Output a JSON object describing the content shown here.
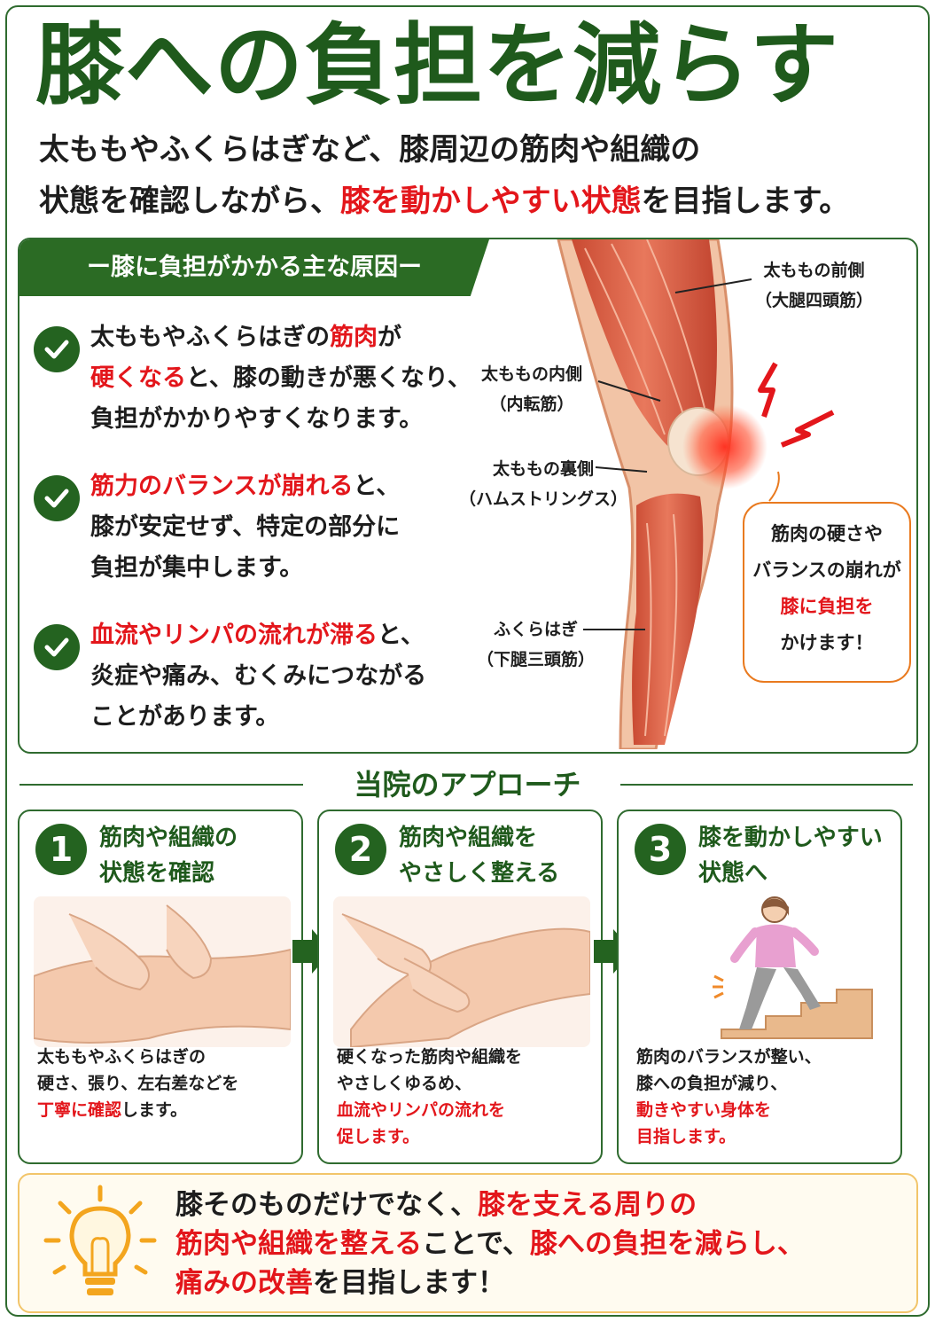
{
  "title": "膝への負担を減らす",
  "lead": {
    "line1": "太ももやふくらはぎなど、膝周辺の筋肉や組織の",
    "line2_a": "状態を確認しながら、",
    "line2_red": "膝を動かしやすい状態",
    "line2_b": "を目指します。"
  },
  "causes": {
    "heading": "ー膝に負担がかかる主な原因ー",
    "items": [
      {
        "red1": "",
        "a": "太ももやふくらはぎの",
        "red": "筋肉",
        "b": "が",
        "red2": "硬くなる",
        "c": "と、膝の動きが悪くなり、",
        "d": "負担がかかりやすくなります。"
      },
      {
        "red": "筋力のバランスが崩れる",
        "a": "と、",
        "b": "膝が安定せず、特定の部分に",
        "c": "負担が集中します。"
      },
      {
        "red": "血流やリンパの流れが滞る",
        "a": "と、",
        "b": "炎症や痛み、むくみにつながる",
        "c": "ことがあります。"
      }
    ]
  },
  "leg_labels": {
    "front": "太ももの前側",
    "front_sub": "（大腿四頭筋）",
    "inner": "太ももの内側",
    "inner_sub": "（内転筋）",
    "back": "太ももの裏側",
    "back_sub": "（ハムストリングス）",
    "calf": "ふくらはぎ",
    "calf_sub": "（下腿三頭筋）"
  },
  "bubble": {
    "line1": "筋肉の硬さや",
    "line2": "バランスの崩れが",
    "line3_red": "膝に負担を",
    "line4": "かけます！"
  },
  "approach": {
    "heading": "当院のアプローチ",
    "steps": [
      {
        "num": "1",
        "title1": "筋肉や組織の",
        "title2": "状態を確認",
        "d1": "太ももやふくらはぎの",
        "d2": "硬さ、張り、左右差などを",
        "d3_red": "丁寧に確認",
        "d3": "します。",
        "d4": ""
      },
      {
        "num": "2",
        "title1": "筋肉や組織を",
        "title2": "やさしく整える",
        "d1": "硬くなった筋肉や組織を",
        "d2": "やさしくゆるめ、",
        "d3_red": "血流やリンパの流れを",
        "d3": "",
        "d4_red": "促します。"
      },
      {
        "num": "3",
        "title1": "膝を動かしやすい",
        "title2": "状態へ",
        "d1": "筋肉のバランスが整い、",
        "d2": "膝への負担が減り、",
        "d3_red": "動きやすい身体を",
        "d3": "",
        "d4_red": "目指します。"
      }
    ]
  },
  "bottom": {
    "l1_a": "膝そのものだけでなく、",
    "l1_red": "膝を支える周りの",
    "l2_red": "筋肉や組織を整える",
    "l2_a": "ことで、",
    "l2_red2": "膝への負担を減らし、",
    "l3_red": "痛みの改善",
    "l3_a": "を目指します！"
  },
  "colors": {
    "green": "#1f5a1c",
    "red": "#e3161b",
    "orange": "#e97a1f"
  }
}
